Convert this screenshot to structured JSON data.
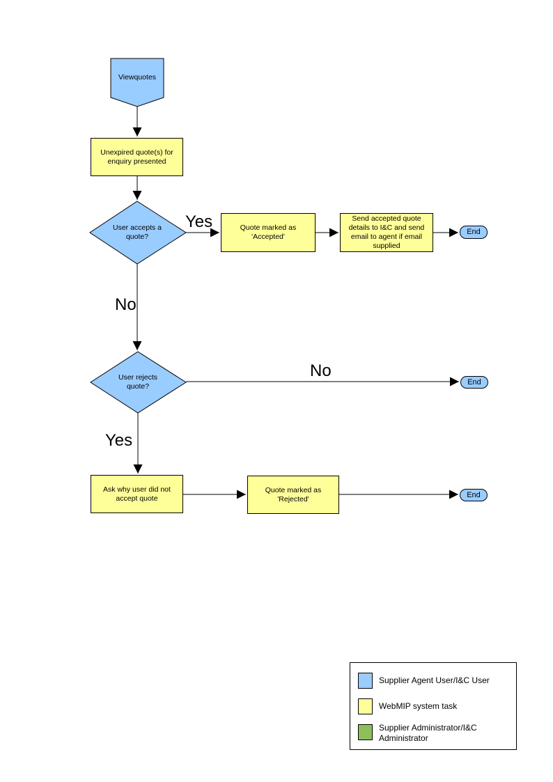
{
  "diagram": {
    "title_hint": "View quotes flowchart",
    "nodes": {
      "start": "Viewquotes",
      "present_quotes": "Unexpired quote(s) for enquiry presented",
      "accept_decision": "User accepts a quote?",
      "mark_accepted": "Quote  marked as 'Accepted'",
      "send_details": "Send accepted quote details to I&C and send email to agent if email supplied",
      "end_accepted": "End",
      "reject_decision": "User rejects quote?",
      "end_not_rejected": "End",
      "ask_why": "Ask why user did not accept quote",
      "mark_rejected": "Quote  marked as 'Rejected'",
      "end_rejected": "End"
    },
    "edge_labels": {
      "accept_yes": "Yes",
      "accept_no": "No",
      "reject_no": "No",
      "reject_yes": "Yes"
    },
    "colors": {
      "actor_blue": "#99CCFF",
      "task_yellow": "#FFFF99",
      "admin_green": "#8DC05A",
      "line": "#000000"
    },
    "legend": {
      "items": [
        {
          "color": "#99CCFF",
          "label": "Supplier Agent User/I&C User"
        },
        {
          "color": "#FFFF99",
          "label": "WebMIP system task"
        },
        {
          "color": "#8DC05A",
          "label": "Supplier Administrator/I&C Administrator"
        }
      ]
    }
  }
}
